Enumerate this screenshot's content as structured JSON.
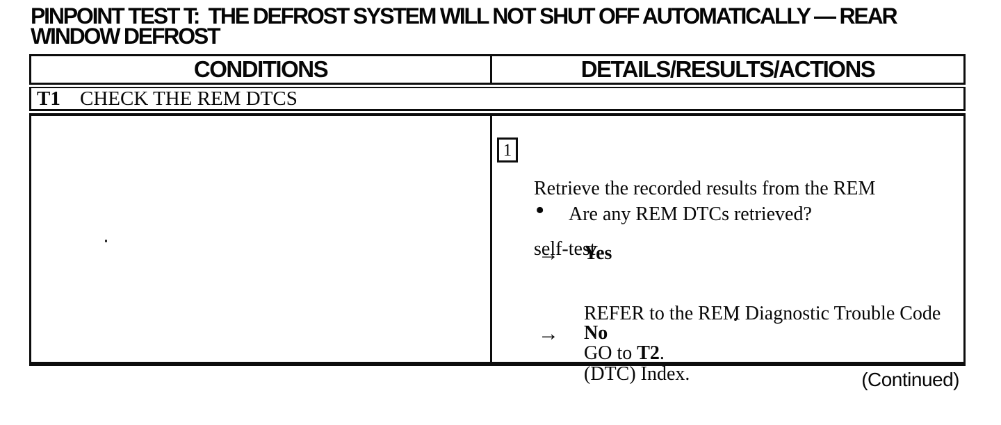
{
  "colors": {
    "ink": "#0d0d0d",
    "paper": "#ffffff"
  },
  "page": {
    "title_line1": "PINPOINT TEST T:  THE DEFROST SYSTEM WILL NOT SHUT OFF AUTOMATICALLY — REAR",
    "title_line2": "WINDOW DEFROST",
    "continued_note": "(Continued)"
  },
  "table": {
    "headers": {
      "conditions": "CONDITIONS",
      "details": "DETAILS/RESULTS/ACTIONS"
    },
    "step_row": {
      "id": "T1",
      "title": "CHECK THE REM DTCS"
    },
    "body": {
      "step_number": "1",
      "instruction_lines": [
        "Retrieve the recorded results from the REM",
        "self-test."
      ],
      "question": {
        "bullet": "•",
        "text": "Are any REM DTCs retrieved?"
      },
      "yes_branch": {
        "arrow": "→",
        "label": "Yes",
        "action_lines": [
          "REFER to the REM Diagnostic Trouble Code",
          "(DTC) Index."
        ]
      },
      "no_branch": {
        "arrow": "→",
        "label": "No",
        "action_prefix": "GO to ",
        "action_bold": "T2",
        "action_suffix": "."
      }
    }
  }
}
